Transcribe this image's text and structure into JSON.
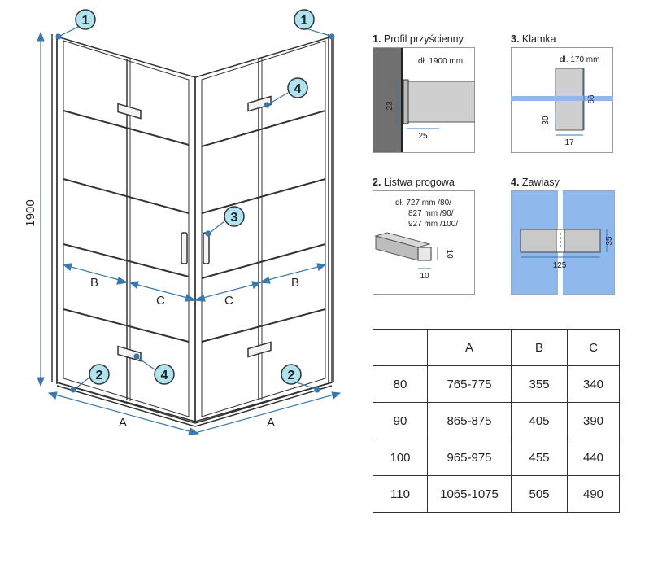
{
  "main": {
    "height_label": "1900",
    "dim_A": "A",
    "dim_B": "B",
    "dim_C": "C",
    "callouts": {
      "one": "1",
      "two": "2",
      "three": "3",
      "four": "4"
    }
  },
  "details": {
    "profile": {
      "num": "1.",
      "title": "Profil przyścienny",
      "length": "dł. 1900 mm",
      "dim_h": "23",
      "dim_w": "25"
    },
    "handle": {
      "num": "3.",
      "title": "Klamka",
      "length": "dł. 170 mm",
      "dim_h": "66",
      "dim_h2": "30",
      "dim_w": "17"
    },
    "threshold": {
      "num": "2.",
      "title": "Listwa progowa",
      "line1": "dł. 727 mm /80/",
      "line2": "827 mm /90/",
      "line3": "927 mm /100/",
      "dim_a": "10",
      "dim_b": "10"
    },
    "hinges": {
      "num": "4.",
      "title": "Zawiasy",
      "dim_h": "35",
      "dim_w": "125"
    }
  },
  "table": {
    "headers": [
      "",
      "A",
      "B",
      "C"
    ],
    "rows": [
      [
        "80",
        "765-775",
        "355",
        "340"
      ],
      [
        "90",
        "865-875",
        "405",
        "390"
      ],
      [
        "100",
        "965-975",
        "455",
        "440"
      ],
      [
        "110",
        "1065-1075",
        "505",
        "490"
      ]
    ]
  },
  "colors": {
    "callout_fill": "#aee3f0",
    "glass_frame": "#333333",
    "hinge_bg": "#8fb8ec",
    "wall_grey": "#6f6f6f"
  }
}
